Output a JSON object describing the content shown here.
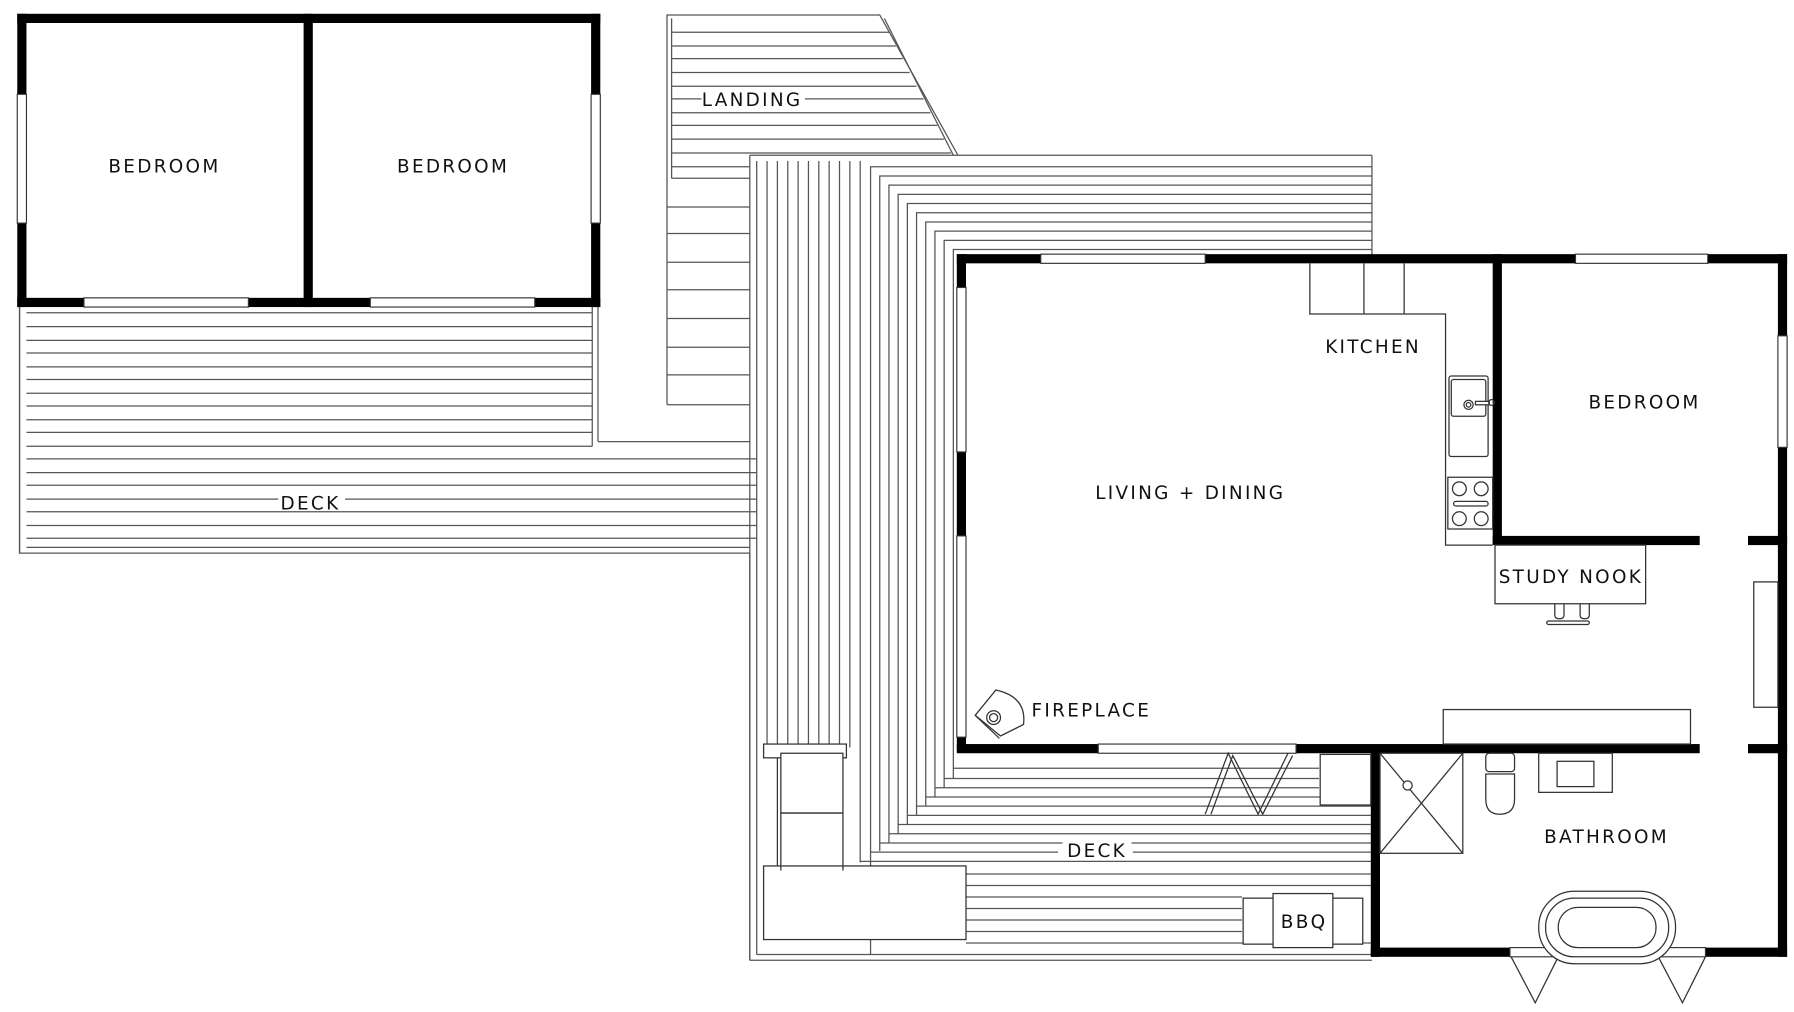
{
  "plan": {
    "type": "architectural floor plan",
    "colors": {
      "wall": "#000000",
      "line": "#555555",
      "background": "#ffffff"
    }
  },
  "rooms": [
    {
      "id": "bedroom-1",
      "label": "BEDROOM"
    },
    {
      "id": "bedroom-2",
      "label": "BEDROOM"
    },
    {
      "id": "landing",
      "label": "LANDING"
    },
    {
      "id": "deck-west",
      "label": "DECK"
    },
    {
      "id": "kitchen",
      "label": "KITCHEN"
    },
    {
      "id": "bedroom-3",
      "label": "BEDROOM"
    },
    {
      "id": "living-dining",
      "label": "LIVING + DINING"
    },
    {
      "id": "study-nook",
      "label": "STUDY NOOK"
    },
    {
      "id": "fireplace",
      "label": "FIREPLACE"
    },
    {
      "id": "deck-south",
      "label": "DECK"
    },
    {
      "id": "bathroom",
      "label": "BATHROOM"
    },
    {
      "id": "bbq",
      "label": "BBQ"
    }
  ]
}
